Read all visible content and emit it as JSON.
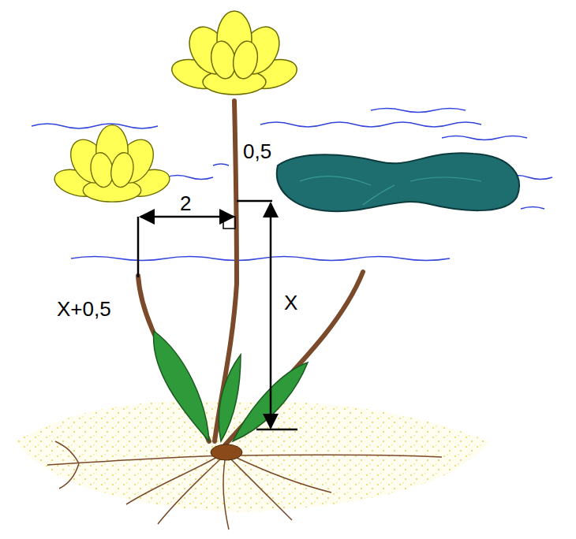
{
  "diagram": {
    "labels": [
      "0,5",
      "2",
      "X+0,5",
      "X"
    ]
  }
}
